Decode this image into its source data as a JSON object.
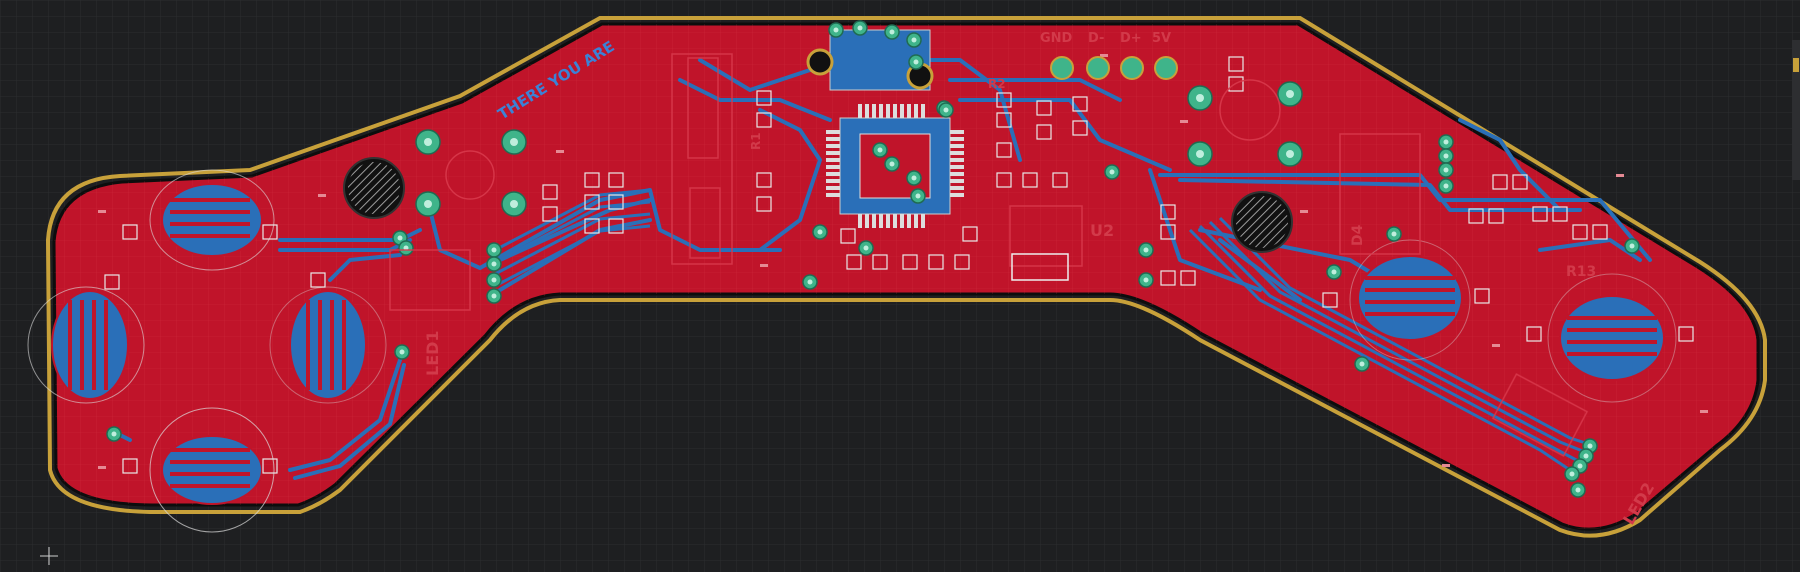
{
  "app": {
    "view": "pcb-2d-layout"
  },
  "colors": {
    "background": "#1e1f21",
    "grid": "#2b2c2f",
    "board_edge": "#c8a13a",
    "copper_top": "#c0142a",
    "copper_bottom": "#2a6fb8",
    "via": "#3fb48a",
    "silkscreen": "#d23a4a",
    "silkscreen_blue": "#3b82d6",
    "courtyard": "#d8d8d8"
  },
  "board": {
    "text_label": "THERE YOU ARE",
    "designators": [
      "LED1",
      "LED2",
      "U2",
      "R13",
      "D4",
      "R1",
      "R2"
    ],
    "header_labels": [
      "GND",
      "D-",
      "D+",
      "5V"
    ]
  },
  "icons": {
    "cursor": "crosshair-icon"
  }
}
